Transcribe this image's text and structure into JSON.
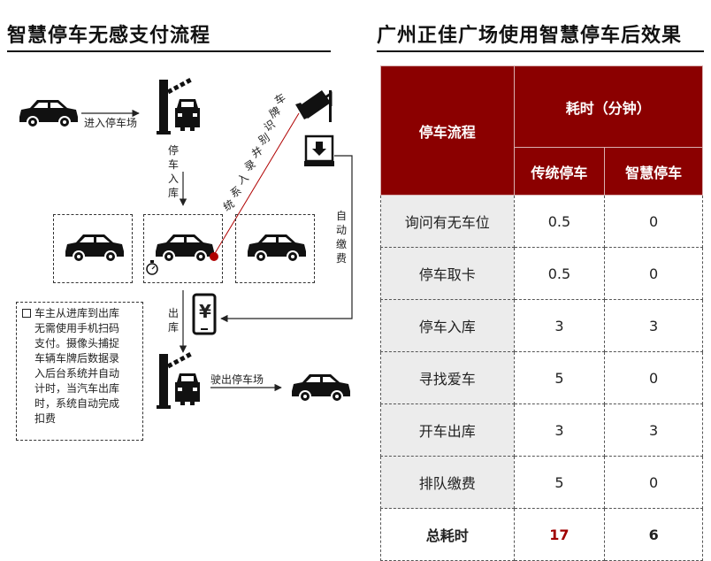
{
  "left_title": "智慧停车无感支付流程",
  "right_title": "广州正佳广场使用智慧停车后效果",
  "flow": {
    "enter_lot": "进入停车场",
    "park_in_vertical": [
      "停",
      "车",
      "入",
      "库"
    ],
    "plate_record_vertical": [
      "车",
      "牌",
      "识",
      "别",
      "并",
      "录",
      "入",
      "系",
      "统"
    ],
    "auto_pay_vertical": [
      "自",
      "动",
      "缴",
      "费"
    ],
    "exit_vertical": [
      "出",
      "库"
    ],
    "drive_out": "驶出停车场",
    "yen": "¥",
    "note_lines": [
      "车主从进库到出库",
      "无需使用手机扫码",
      "支付。摄像头捕捉",
      "车辆车牌后数据录",
      "入后台系统并自动",
      "计时，当汽车出库",
      "时，系统自动完成",
      "扣费"
    ]
  },
  "table": {
    "col_process": "停车流程",
    "col_time": "耗时（分钟）",
    "col_traditional": "传统停车",
    "col_smart": "智慧停车",
    "rows": [
      {
        "process": "询问有无车位",
        "traditional": "0.5",
        "smart": "0"
      },
      {
        "process": "停车取卡",
        "traditional": "0.5",
        "smart": "0"
      },
      {
        "process": "停车入库",
        "traditional": "3",
        "smart": "3"
      },
      {
        "process": "寻找爱车",
        "traditional": "5",
        "smart": "0"
      },
      {
        "process": "开车出库",
        "traditional": "3",
        "smart": "3"
      },
      {
        "process": "排队缴费",
        "traditional": "5",
        "smart": "0"
      }
    ],
    "total": {
      "process": "总耗时",
      "traditional": "17",
      "smart": "6"
    }
  },
  "colors": {
    "header_bg": "#8b0000",
    "total_highlight": "#a00000",
    "accent_dot": "#b00000"
  }
}
